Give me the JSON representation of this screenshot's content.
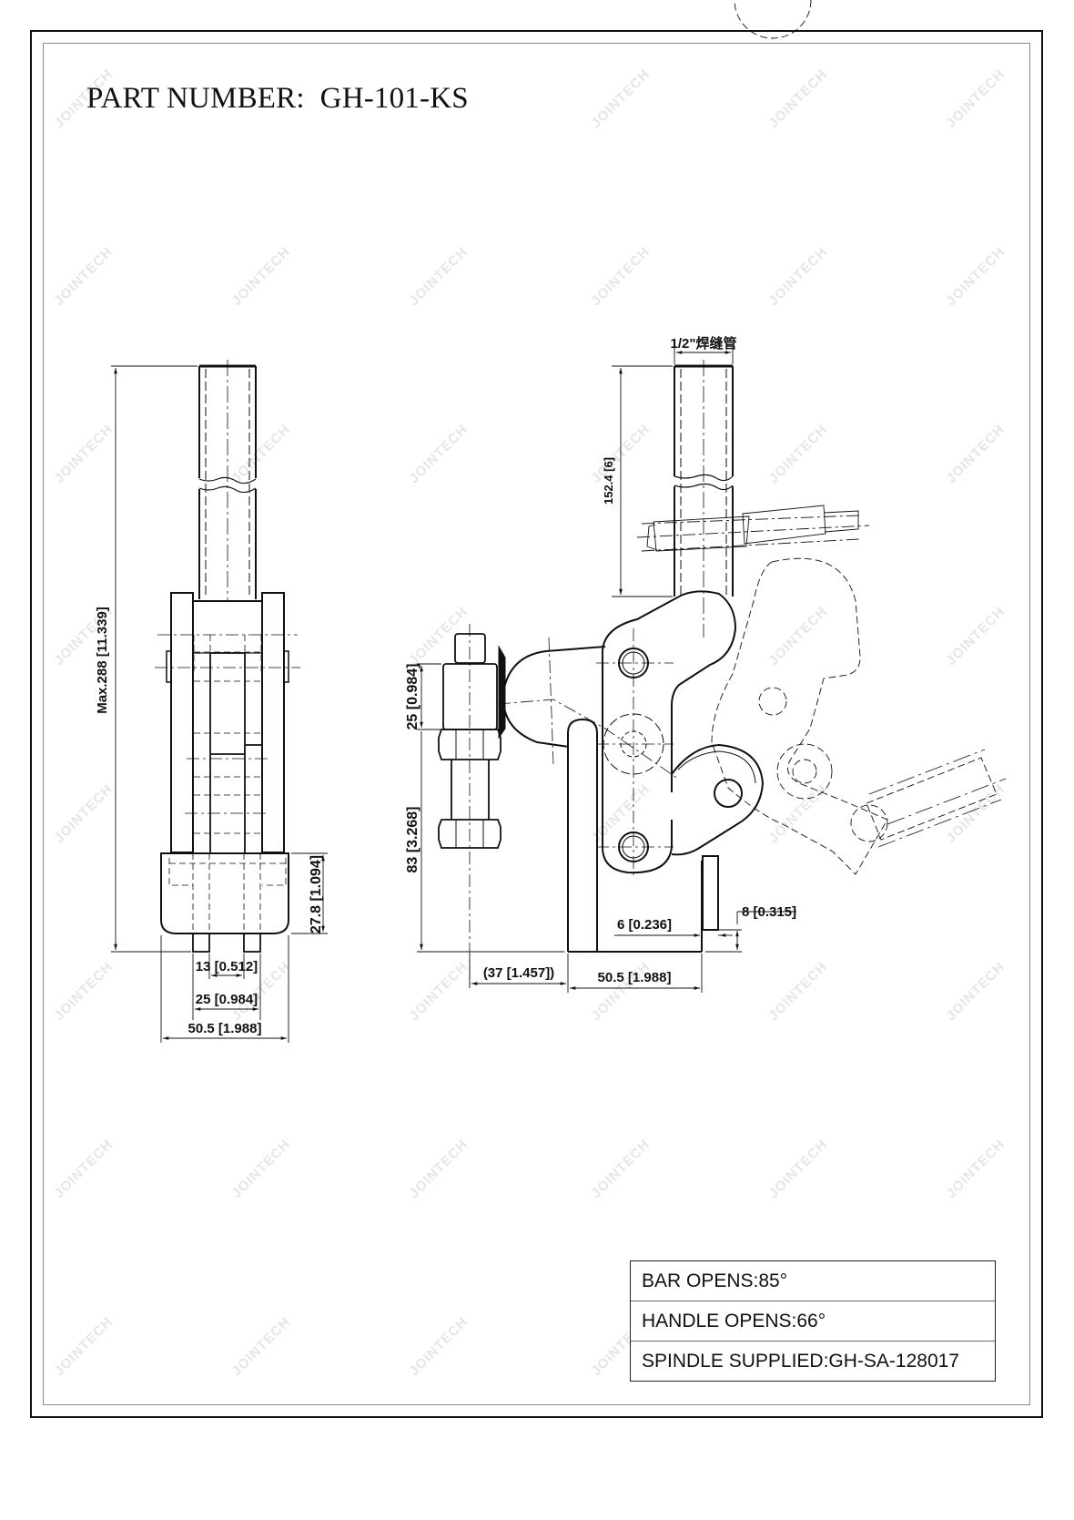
{
  "title": {
    "label": "PART NUMBER:",
    "part_number": "GH-101-KS"
  },
  "watermark": "JOINTECH",
  "front_view": {
    "dimensions": {
      "overall_height": "Max.288 [11.339]",
      "base_height": "27.8 [1.094]",
      "foot_gap": "13 [0.512]",
      "foot_span": "25 [0.984]",
      "base_width": "50.5 [1.988]"
    }
  },
  "side_view": {
    "dimensions": {
      "tube_spec": "1/2\"焊缝管",
      "tube_length": "152.4 [6]",
      "spindle_stroke": "25 [0.984]",
      "spindle_height": "83 [3.268]",
      "spindle_offset": "(37 [1.457])",
      "base_width": "50.5 [1.988]",
      "flange_gap": "6 [0.236]",
      "flange_thickness": "8 [0.315]"
    }
  },
  "spec_table": {
    "rows": [
      "BAR OPENS:85°",
      "HANDLE OPENS:66°",
      "SPINDLE SUPPLIED:GH-SA-128017"
    ]
  }
}
